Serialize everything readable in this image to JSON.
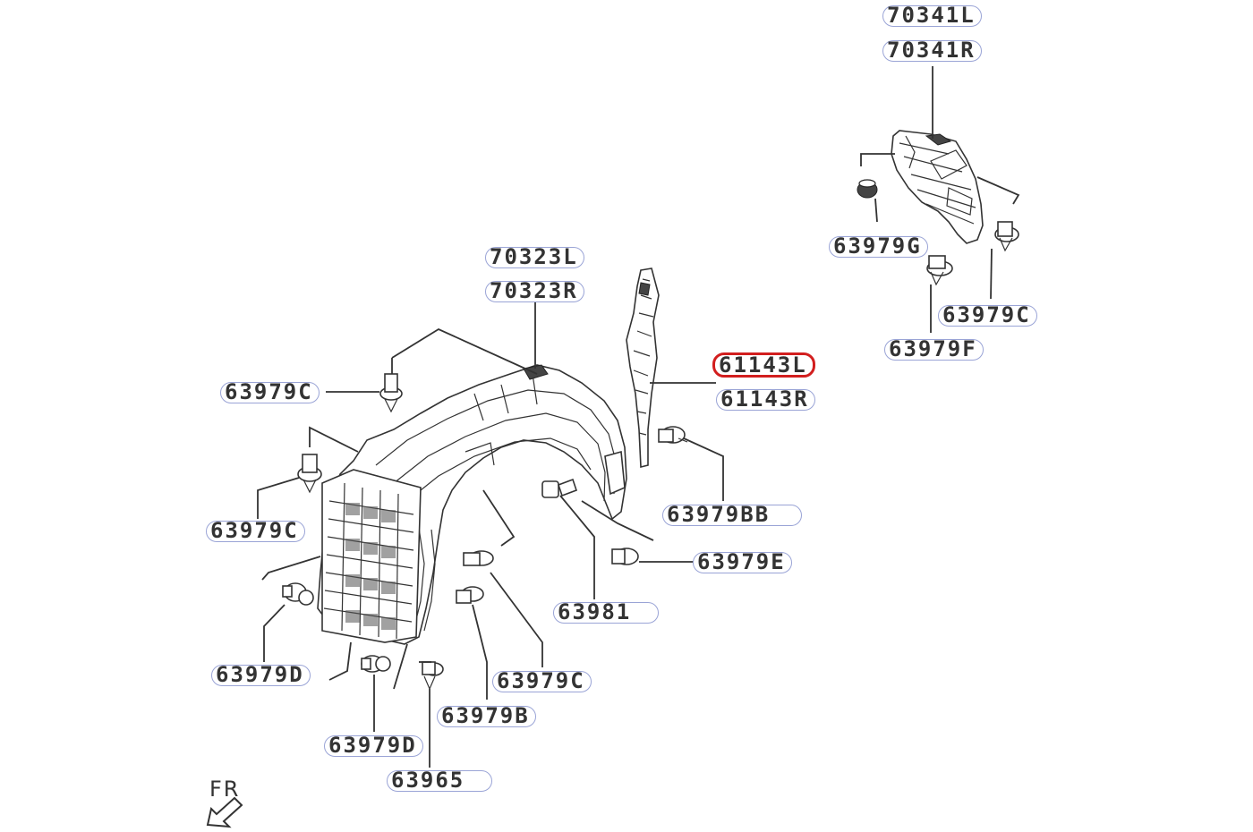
{
  "diagram": {
    "highlight_color": "#d21e1e",
    "label_border_color": "#9aa4d6",
    "direction_label": "FR",
    "part_labels": [
      {
        "id": "70341L",
        "text": "70341L",
        "highlighted": false
      },
      {
        "id": "70341R",
        "text": "70341R",
        "highlighted": false
      },
      {
        "id": "63979G",
        "text": "63979G",
        "highlighted": false
      },
      {
        "id": "63979C_tr",
        "text": "63979C",
        "highlighted": false
      },
      {
        "id": "63979F",
        "text": "63979F",
        "highlighted": false
      },
      {
        "id": "70323L",
        "text": "70323L",
        "highlighted": false
      },
      {
        "id": "70323R",
        "text": "70323R",
        "highlighted": false
      },
      {
        "id": "61143L",
        "text": "61143L",
        "highlighted": true
      },
      {
        "id": "61143R",
        "text": "61143R",
        "highlighted": false
      },
      {
        "id": "63979C_l1",
        "text": "63979C",
        "highlighted": false
      },
      {
        "id": "63979C_l2",
        "text": "63979C",
        "highlighted": false
      },
      {
        "id": "63979BB",
        "text": "63979BB",
        "highlighted": false
      },
      {
        "id": "63979E",
        "text": "63979E",
        "highlighted": false
      },
      {
        "id": "63981",
        "text": "63981",
        "highlighted": false
      },
      {
        "id": "63979D_l",
        "text": "63979D",
        "highlighted": false
      },
      {
        "id": "63979C_b",
        "text": "63979C",
        "highlighted": false
      },
      {
        "id": "63979B",
        "text": "63979B",
        "highlighted": false
      },
      {
        "id": "63979D_b",
        "text": "63979D",
        "highlighted": false
      },
      {
        "id": "63965",
        "text": "63965",
        "highlighted": false
      }
    ]
  }
}
